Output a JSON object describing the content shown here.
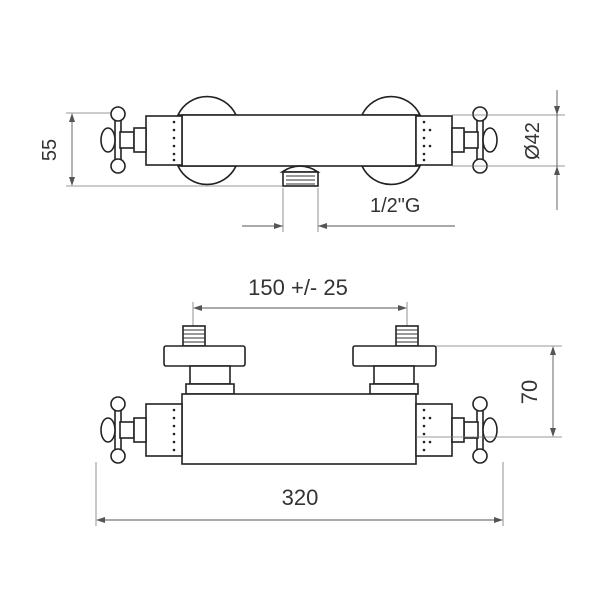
{
  "drawing": {
    "top_view": {
      "dim_height": "55",
      "dim_diameter": "Ø42",
      "dim_thread": "1/2\"G"
    },
    "front_view": {
      "dim_spacing": "150 +/- 25",
      "dim_height": "70",
      "dim_length": "320"
    }
  },
  "colors": {
    "line": "#222222",
    "dimension_text": "#333333"
  }
}
